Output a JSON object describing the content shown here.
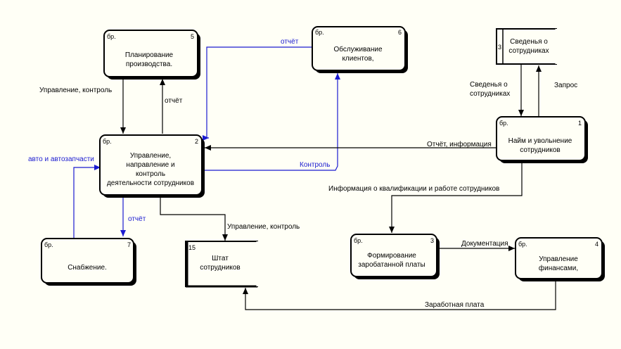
{
  "processes": {
    "p5": {
      "tag": "бр.",
      "num": "5",
      "line1": "Планирование",
      "line2": "производства."
    },
    "p6": {
      "tag": "бр.",
      "num": "6",
      "line1": "Обслуживание",
      "line2": "клиентов,"
    },
    "p2": {
      "tag": "бр.",
      "num": "2",
      "line1": "Управление,",
      "line2": "направление и",
      "line3": "контроль",
      "line4": "деятельности сотрудников"
    },
    "p1": {
      "tag": "бр.",
      "num": "1",
      "line1": "Найм и увольнение",
      "line2": "сотрудников"
    },
    "p7": {
      "tag": "бр.",
      "num": "7",
      "line1": "Снабжение."
    },
    "p3": {
      "tag": "бр.",
      "num": "3",
      "line1": "Формирование",
      "line2": "заробатанной платы"
    },
    "p4": {
      "tag": "бр.",
      "num": "4",
      "line1": "Управление",
      "line2": "финансами,"
    }
  },
  "stores": {
    "s3": {
      "num": "3",
      "line1": "Сведенья о",
      "line2": "сотрудниках"
    },
    "s15": {
      "num": "15",
      "line1": "Штат",
      "line2": "сотрудников"
    }
  },
  "flows": {
    "f_control_5": "Управление, контроль",
    "f_report_5": "отчёт",
    "f_report_6": "отчёт",
    "f_control_6": "Контроль",
    "f_info_1": "Отчёт, информация",
    "f_info_s3": "Сведенья о",
    "f_info_s3b": "сотрудниках",
    "f_request": "Запрос",
    "f_parts": "авто и автозапчасти",
    "f_report_7": "отчёт",
    "f_control_15": "Управление, контроль",
    "f_qualif": "Информация о квалификации и работе сотрудников",
    "f_docs": "Документация",
    "f_salary": "Заработная плата"
  },
  "colors": {
    "black_flow": "#000000",
    "blue_flow": "#1a1ad0",
    "background": "#fffff6"
  }
}
